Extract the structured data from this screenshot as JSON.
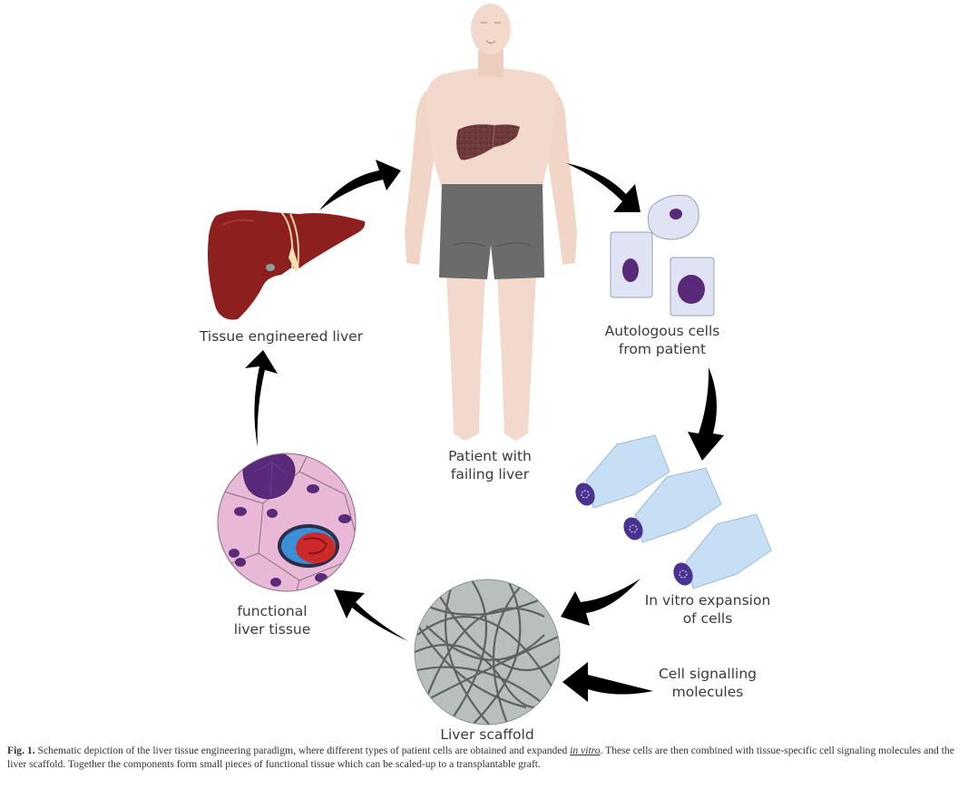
{
  "diagram": {
    "type": "cycle",
    "nodes": [
      {
        "id": "patient",
        "label_line1": "Patient with",
        "label_line2": "failing liver",
        "icon": "human-figure-with-liver"
      },
      {
        "id": "cells",
        "label_line1": "Autologous cells",
        "label_line2": "from patient",
        "icon": "cells"
      },
      {
        "id": "expansion",
        "label_line1": "In vitro expansion",
        "label_line2": "of cells",
        "icon": "culture-flasks"
      },
      {
        "id": "scaffold",
        "label_line1": "Liver scaffold",
        "icon": "fibrous-scaffold"
      },
      {
        "id": "signalling",
        "label_line1": "Cell signalling",
        "label_line2": "molecules",
        "icon": "none"
      },
      {
        "id": "tissue",
        "label_line1": "functional",
        "label_line2": "liver tissue",
        "icon": "tissue-section"
      },
      {
        "id": "engineered",
        "label_line1": "Tissue engineered liver",
        "icon": "liver-organ"
      }
    ],
    "edges": [
      {
        "from": "patient",
        "to": "cells"
      },
      {
        "from": "cells",
        "to": "expansion"
      },
      {
        "from": "expansion",
        "to": "scaffold"
      },
      {
        "from": "signalling",
        "to": "scaffold"
      },
      {
        "from": "scaffold",
        "to": "tissue"
      },
      {
        "from": "tissue",
        "to": "engineered"
      },
      {
        "from": "engineered",
        "to": "patient"
      }
    ]
  },
  "caption": {
    "fig_label": "Fig. 1.",
    "text_before": " Schematic depiction of the liver tissue engineering paradigm, where different types of patient cells are obtained and expanded ",
    "emphasis": "in vitro",
    "text_after": ". These cells are then combined with tissue-specific cell signaling molecules and the liver scaffold. Together the components form small pieces of functional tissue which can be scaled-up to a transplantable graft."
  },
  "colors": {
    "arrow": "#000000",
    "skin": "#f3d9cb",
    "shorts": "#6b6b6b",
    "liver_dark": "#6e3b3a",
    "liver_red": "#8e1f1f",
    "cell_fill": "#dfe3f3",
    "nucleus": "#5a2a7a",
    "flask": "#c7dff5",
    "flask_cap": "#4a3390",
    "scaffold_fill": "#b9bfbf",
    "scaffold_fiber": "#5d6262",
    "tissue_fill": "#e8b8d6",
    "tissue_border": "#8a6e7e"
  }
}
